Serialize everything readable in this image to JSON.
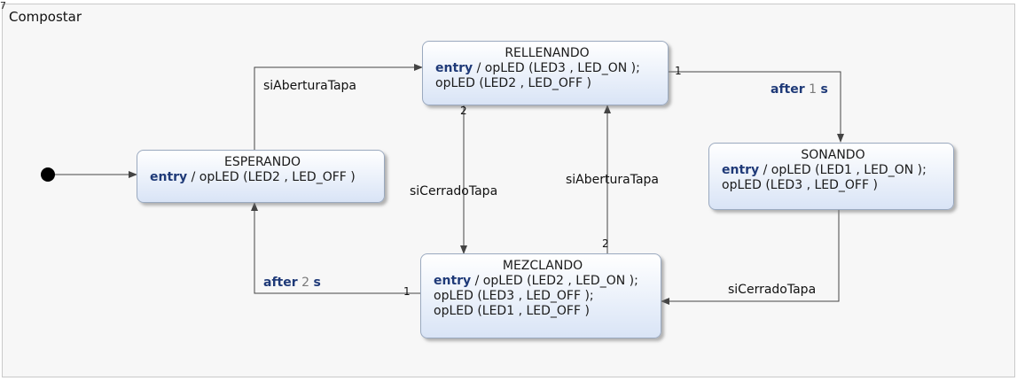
{
  "region": {
    "index": "7",
    "title": "Compostar"
  },
  "states": {
    "esperando": {
      "name": "ESPERANDO",
      "entry_kw": "entry",
      "entry_rest": " / opLED (LED2 , LED_OFF )"
    },
    "rellenando": {
      "name": "RELLENANDO",
      "entry_kw": "entry",
      "entry_rest": " / opLED (LED3 , LED_ON );",
      "line2": "opLED (LED2 , LED_OFF )"
    },
    "sonando": {
      "name": "SONANDO",
      "entry_kw": "entry",
      "entry_rest": " / opLED (LED1 , LED_ON );",
      "line2": "opLED (LED3 , LED_OFF )"
    },
    "mezclando": {
      "name": "MEZCLANDO",
      "entry_kw": "entry",
      "entry_rest": " / opLED (LED2 , LED_ON );",
      "line2": "opLED (LED3 , LED_OFF );",
      "line3": "opLED (LED1 , LED_OFF )"
    }
  },
  "transitions": {
    "esperando_to_rellenando": "siAberturaTapa",
    "rellenando_to_mezclando": "siCerradoTapa",
    "mezclando_to_rellenando": "siAberturaTapa",
    "sonando_to_mezclando": "siCerradoTapa",
    "rellenando_to_sonando": {
      "kw": "after",
      "num": "1",
      "unit": "s"
    },
    "mezclando_to_esperando": {
      "kw": "after",
      "num": "2",
      "unit": "s"
    }
  },
  "priorities": {
    "rellenando_out1": "1",
    "rellenando_out2": "2",
    "mezclando_out1": "1",
    "mezclando_out2": "2"
  },
  "colors": {
    "keyword": "#1f3a78",
    "state_border": "#9aa9bf",
    "arrow": "#444444"
  }
}
